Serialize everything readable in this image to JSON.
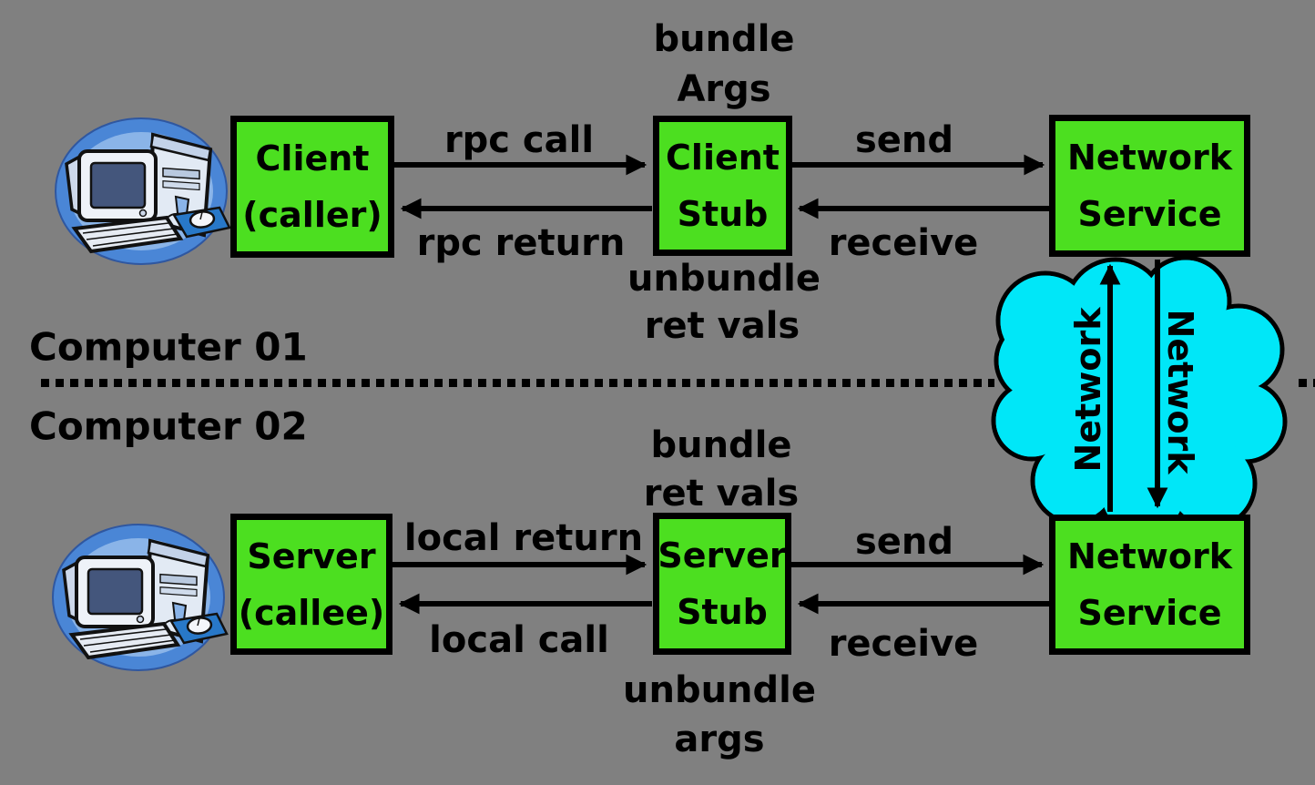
{
  "canvas": {
    "bg": "#808080"
  },
  "palette": {
    "box_fill": "#4cdf20",
    "box_stroke": "#000000",
    "cloud_fill": "#00e7f8",
    "cloud_stroke": "#000000",
    "text_color": "#000000",
    "pc_ellipse": "#4a86d6",
    "pc_ellipse_inner": "#8ab4e8",
    "pc_body": "#e8edf5",
    "pc_screen": "#44567c",
    "pc_pad": "#2878c8"
  },
  "sections": {
    "computer1_label": "Computer 01",
    "computer2_label": "Computer 02"
  },
  "boxes": {
    "client": {
      "line1": "Client",
      "line2": "(caller)"
    },
    "client_stub": {
      "line1": "Client",
      "line2": "Stub"
    },
    "network_service_top": {
      "line1": "Network",
      "line2": "Service"
    },
    "server": {
      "line1": "Server",
      "line2": "(callee)"
    },
    "server_stub": {
      "line1": "Server",
      "line2": "Stub"
    },
    "network_service_bottom": {
      "line1": "Network",
      "line2": "Service"
    }
  },
  "stub_annotations": {
    "client_above_1": "bundle",
    "client_above_2": "Args",
    "client_below_1": "unbundle",
    "client_below_2": "ret vals",
    "server_above_1": "bundle",
    "server_above_2": "ret vals",
    "server_below_1": "unbundle",
    "server_below_2": "args"
  },
  "arrow_labels": {
    "rpc_call": "rpc call",
    "rpc_return": "rpc return",
    "send_top": "send",
    "receive_top": "receive",
    "local_return": "local return",
    "local_call": "local call",
    "send_bottom": "send",
    "receive_bottom": "receive"
  },
  "cloud": {
    "label_left": "Network",
    "label_right": "Network"
  },
  "icons": {
    "computer_top": "desktop-computer-icon",
    "computer_bottom": "desktop-computer-icon"
  }
}
